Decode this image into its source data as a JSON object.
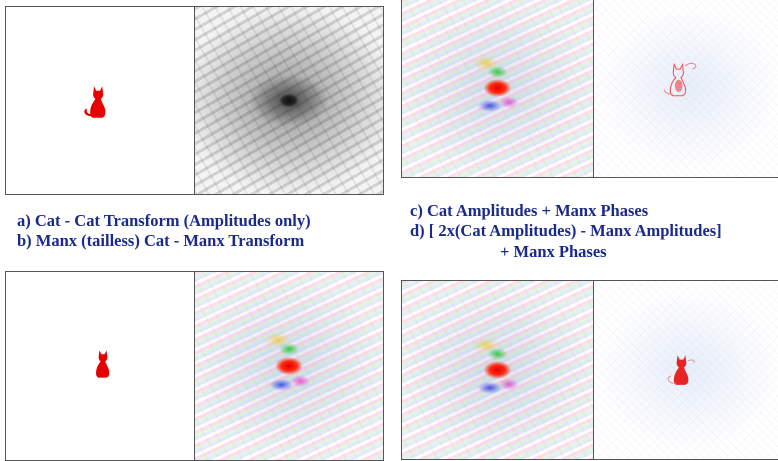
{
  "captions": {
    "left": [
      "a) Cat - Cat Transform (Amplitudes only)",
      "b) Manx (tailless) Cat - Manx Transform"
    ],
    "right": [
      "c) Cat Amplitudes  +  Manx Phases",
      "d) [ 2x(Cat Amplitudes) - Manx Amplitudes]",
      "+ Manx Phases"
    ]
  },
  "colors": {
    "caption_text": "#1a2a8c",
    "cat_red": "#e60000",
    "panel_border": "#555555"
  },
  "panels": {
    "a": {
      "left": "cat-with-tail-image",
      "right": "grayscale-fourier-amplitude-transform"
    },
    "b": {
      "left": "manx-tailless-cat-image",
      "right": "colored-fourier-transform"
    },
    "c": {
      "left": "colored-fourier-transform",
      "right": "reconstructed-faint-cat-image"
    },
    "d": {
      "left": "colored-fourier-transform",
      "right": "reconstructed-cat-image"
    }
  }
}
